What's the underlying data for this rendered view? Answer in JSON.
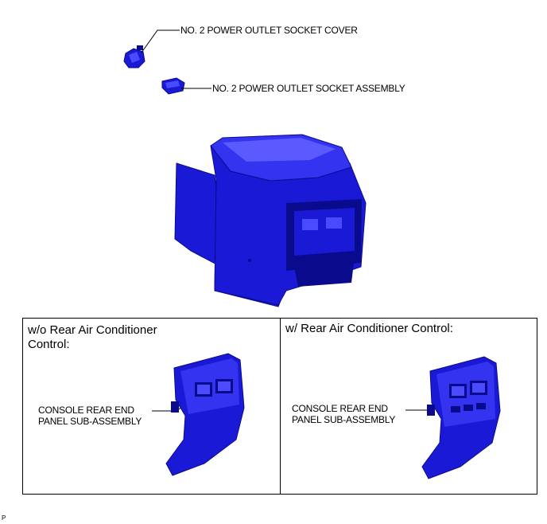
{
  "labels": {
    "socket_cover": "NO. 2 POWER OUTLET SOCKET COVER",
    "socket_assembly": "NO. 2 POWER OUTLET SOCKET ASSEMBLY"
  },
  "panels": {
    "left": {
      "title": "w/o Rear Air Conditioner\nControl:",
      "callout": "CONSOLE REAR END\nPANEL SUB-ASSEMBLY"
    },
    "right": {
      "title": "w/ Rear Air Conditioner Control:",
      "callout": "CONSOLE REAR END\nPANEL SUB-ASSEMBLY"
    }
  },
  "footer": "P",
  "colors": {
    "part_fill": "#1a1ad6",
    "part_dark": "#0a0a8c",
    "part_light": "#4a4aff"
  }
}
